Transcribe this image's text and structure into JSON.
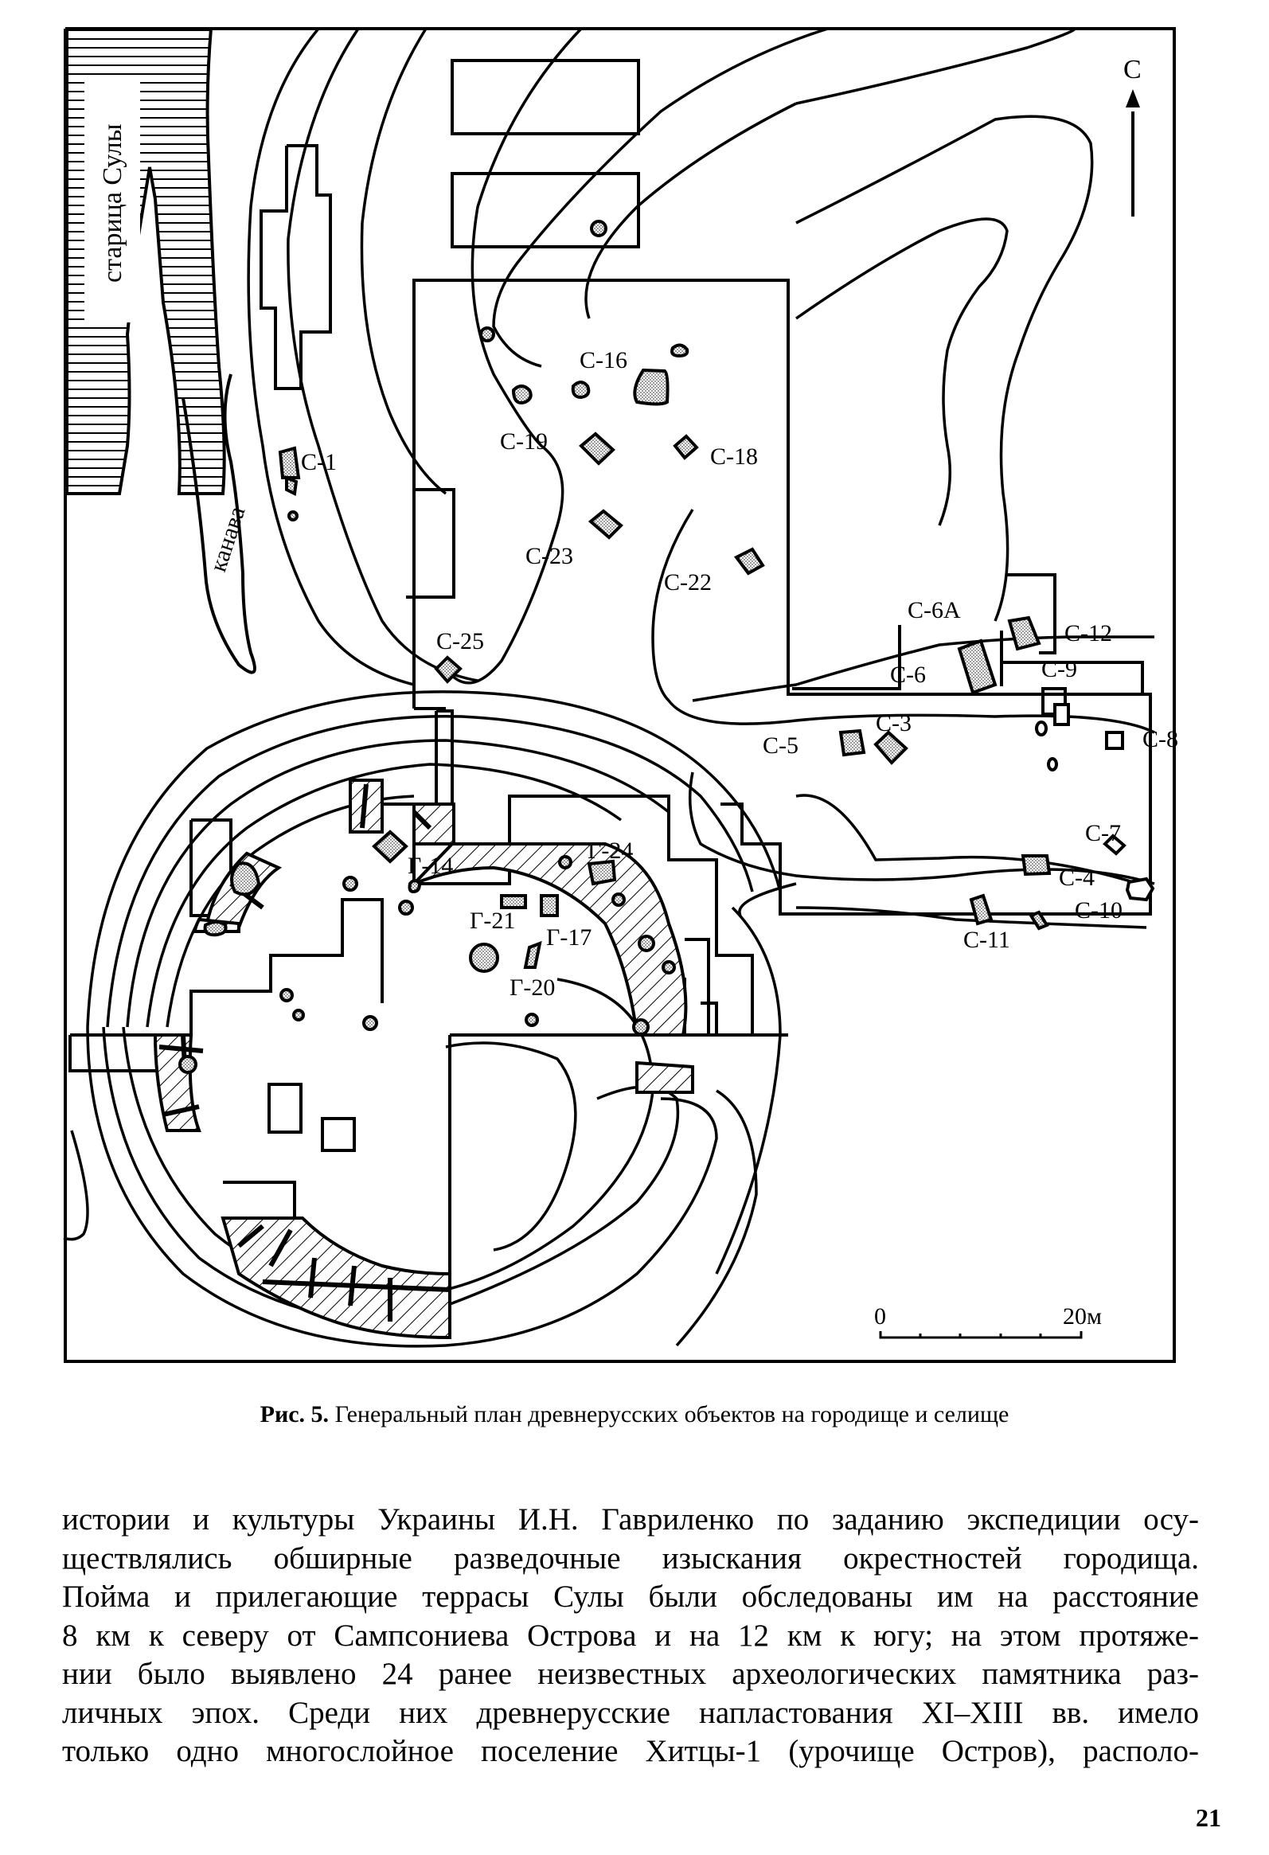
{
  "figure": {
    "river_label": "старица Сулы",
    "ditch_label": "канава",
    "north_label": "С",
    "scale": {
      "zero": "0",
      "max": "20м",
      "ticks": 5,
      "length_m": 20
    },
    "labels_settlement": [
      {
        "id": "s1",
        "text": "С-1"
      },
      {
        "id": "s3",
        "text": "С-3"
      },
      {
        "id": "s4",
        "text": "С-4"
      },
      {
        "id": "s5",
        "text": "С-5"
      },
      {
        "id": "s6",
        "text": "С-6"
      },
      {
        "id": "s6a",
        "text": "С-6А"
      },
      {
        "id": "s7",
        "text": "С-7"
      },
      {
        "id": "s8",
        "text": "С-8"
      },
      {
        "id": "s9",
        "text": "С-9"
      },
      {
        "id": "s10",
        "text": "С-10"
      },
      {
        "id": "s11",
        "text": "С-11"
      },
      {
        "id": "s12",
        "text": "С-12"
      },
      {
        "id": "s16",
        "text": "С-16"
      },
      {
        "id": "s18",
        "text": "С-18"
      },
      {
        "id": "s19",
        "text": "С-19"
      },
      {
        "id": "s22",
        "text": "С-22"
      },
      {
        "id": "s23",
        "text": "С-23"
      },
      {
        "id": "s25",
        "text": "С-25"
      }
    ],
    "labels_hillfort": [
      {
        "id": "g14",
        "text": "Г-14"
      },
      {
        "id": "g17",
        "text": "Г-17"
      },
      {
        "id": "g20",
        "text": "Г-20"
      },
      {
        "id": "g21",
        "text": "Г-21"
      },
      {
        "id": "g24",
        "text": "Г-24"
      }
    ]
  },
  "caption": {
    "prefix": "Рис. 5.",
    "text": " Генеральный план древнерусских объектов на городище и селище"
  },
  "body": {
    "lines": [
      "истории и культуры Украины И.Н. Гавриленко по заданию экспедиции осу-",
      "ществлялись обширные разведочные изыскания окрестностей городища.",
      "Пойма и прилегающие террасы Сулы были обследованы им на расстояние",
      "8 км к северу от Сампсониева Острова и на 12 км к югу; на этом протяже-",
      "нии было выявлено 24 ранее неизвестных археологических памятника раз-",
      "личных эпох. Среди них древнерусские напластования XI–XIII вв. имело",
      "только одно многослойное поселение Хитцы-1 (урочище Остров), располо-"
    ]
  },
  "page_number": "21"
}
